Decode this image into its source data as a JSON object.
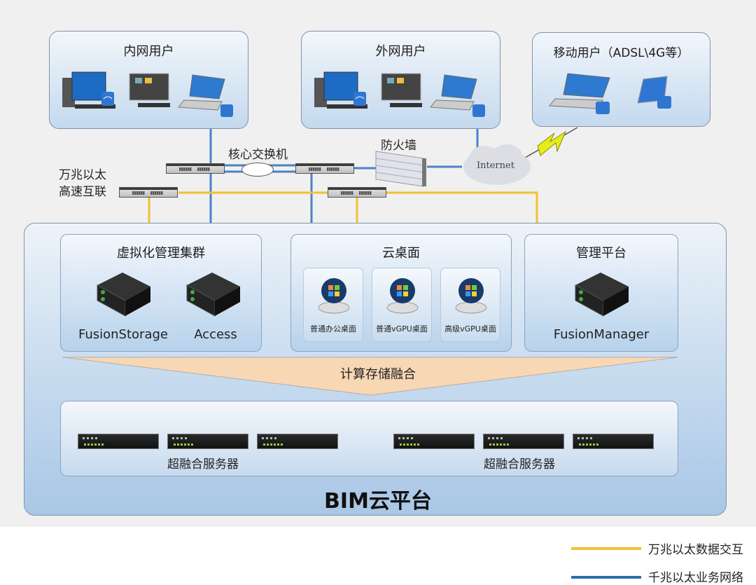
{
  "colors": {
    "ten_gig": "#f2c12e",
    "gig": "#4a82c8",
    "legend_gig": "#2a6fae",
    "cloud_arrow": "#f8d7b4"
  },
  "user_groups": {
    "intranet": {
      "title": "内网用户",
      "devices": [
        "desktop-wifi",
        "all-in-one-pc",
        "laptop"
      ]
    },
    "extranet": {
      "title": "外网用户",
      "devices": [
        "desktop-wifi",
        "all-in-one-pc",
        "laptop"
      ]
    },
    "mobile": {
      "title": "移动用户（ADSL\\4G等）",
      "devices": [
        "laptop",
        "tablet"
      ]
    }
  },
  "network": {
    "core_switch_label": "核心交换机",
    "firewall_label": "防火墙",
    "internet_label": "Internet",
    "interconnect_label_line1": "万兆以太",
    "interconnect_label_line2": "高速互联"
  },
  "platform": {
    "title": "BIM云平台",
    "clusters": {
      "virtualization": {
        "title": "虚拟化管理集群",
        "servers": [
          "FusionStorage",
          "Access"
        ]
      },
      "cloud_desktop": {
        "title": "云桌面",
        "desktops": [
          "普通办公桌面",
          "普通vGPU桌面",
          "高级vGPU桌面"
        ]
      },
      "management": {
        "title": "管理平台",
        "servers": [
          "FusionManager"
        ]
      }
    },
    "convergence_label": "计算存储融合",
    "server_groups": [
      {
        "label": "超融合服务器",
        "count": 3
      },
      {
        "label": "超融合服务器",
        "count": 3
      }
    ]
  },
  "legend": [
    {
      "label": "万兆以太数据交互",
      "color": "#f2c12e"
    },
    {
      "label": "千兆以太业务网络",
      "color": "#2a6fae"
    }
  ]
}
